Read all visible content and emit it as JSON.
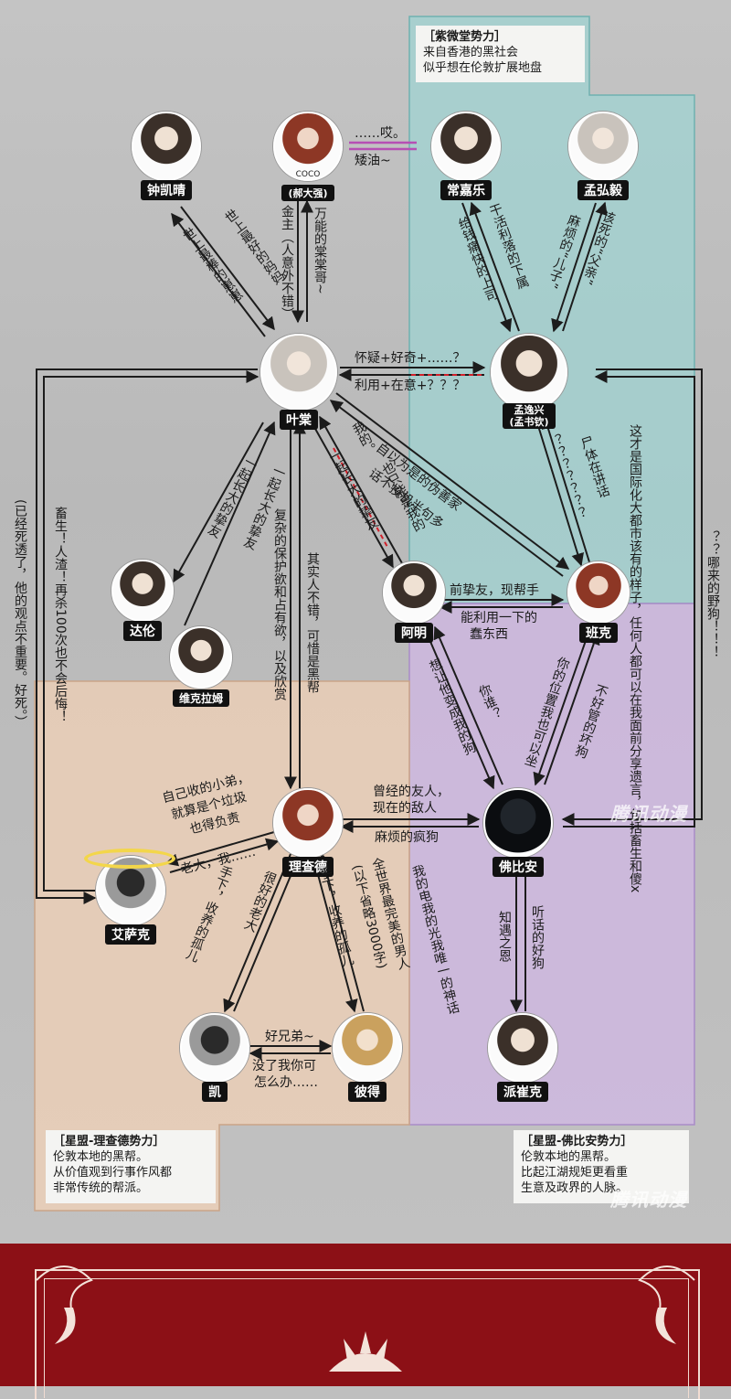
{
  "factions": {
    "ziwei": {
      "title": "［紫微堂势力］",
      "line1": "来自香港的黑社会",
      "line2": "似乎想在伦敦扩展地盘"
    },
    "richard": {
      "title": "［星盟-理查德势力］",
      "line1": "伦敦本地的黑帮。",
      "line2": "从价值观到行事作风都",
      "line3": "非常传统的帮派。"
    },
    "fobian": {
      "title": "［星盟-佛比安势力］",
      "line1": "伦敦本地的黑帮。",
      "line2": "比起江湖规矩更看重",
      "line3": "生意及政界的人脉。"
    }
  },
  "nodes": {
    "zhongkaiqing": "钟凯晴",
    "coco": "(郝大强)",
    "coco_tag": "COCO",
    "changjiale": "常嘉乐",
    "menghongyi": "孟弘毅",
    "yetang": "叶棠",
    "mengyixing": "孟逸兴",
    "mengyixing_sub": "(孟书钦)",
    "dalun": "达伦",
    "weikelamu": "维克拉姆",
    "aming": "阿明",
    "banke": "班克",
    "lichade": "理查德",
    "fobian": "佛比安",
    "aisake": "艾萨克",
    "kai": "凯",
    "bide": "彼得",
    "paicuike": "派崔克"
  },
  "edges": {
    "coco_chang_top": "……哎。",
    "coco_chang_bottom": "矮油~",
    "zhong_ye_1": "世上最好的妈妈",
    "zhong_ye_2": "世上最棒的崽崽",
    "coco_ye_1": "金主（人意外不错）",
    "coco_ye_2": "万能的棠棠哥~",
    "chang_meng_1": "给钱痛快的上司",
    "chang_meng_2": "干活利落的下属",
    "hong_meng_1": "麻烦的“儿子”",
    "hong_meng_2": "该死的“父亲”",
    "ye_meng_top": "怀疑+好奇+……？",
    "ye_meng_bottom": "利用+在意+？？？",
    "ye_banke_1": "自以为是的伪善家",
    "ye_banke_2": "话不投机半句多",
    "meng_banke_1": "？？？？？？？",
    "meng_banke_2": "尸体在讲话",
    "ye_dalun_1": "一起长大的挚友",
    "ye_dalun_2": "一起长大的挚友",
    "ye_aming_1": "我的。",
    "ye_aming_2": "也只能是我的",
    "ye_aming_3": "一起长大的挚友",
    "ye_richard_1": "复杂的保护欲和占有欲，以及欣赏",
    "ye_richard_2": "其实人不错，可惜是黑帮",
    "aming_banke_top": "前挚友，现帮手",
    "aming_banke_bottom_1": "能利用一下的",
    "aming_banke_bottom_2": "蠢东西",
    "aming_fobian_1": "想让他变成我的狗",
    "aming_fobian_2": "你谁？",
    "banke_fobian_1": "你的位置我也可以坐",
    "banke_fobian_2": "不好管的坏狗",
    "meng_right": "这才是国际化大都市该有的样子，任何人都可以在我面前分享遗言，包括畜生和傻x",
    "far_right": "？？哪来的野狗！！！",
    "left_1": "畜生！人渣！再杀100次也不会后悔！",
    "left_2": "(已经死透了，他的观点不重要。好死。）",
    "richard_fobian_top_1": "曾经的友人，",
    "richard_fobian_top_2": "现在的敌人",
    "richard_fobian_bottom": "麻烦的疯狗",
    "richard_isaac_1": "自己收的小弟，",
    "richard_isaac_2": "就算是个垃圾",
    "richard_isaac_3": "也得负责",
    "richard_isaac_4": "老大，我……",
    "richard_kai_1": "手下，收养的孤儿",
    "richard_kai_2": "很好的老大",
    "richard_peter_1": "手下，收养的孤儿",
    "richard_peter_2": "全世界最完美的男人",
    "richard_peter_3": "我的电我的光我唯一的神话",
    "richard_peter_4": "(以下省略3000字)",
    "kai_peter_top": "好兄弟~",
    "kai_peter_bottom_1": "没了我你可",
    "kai_peter_bottom_2": "怎么办……",
    "fobian_pai_1": "知遇之恩",
    "fobian_pai_2": "听话的好狗"
  },
  "watermark": "腾讯动漫",
  "colors": {
    "ziwei": "#9fd3d2",
    "richard": "#edcfb6",
    "fobian": "#cfb8e2",
    "footer": "#8c1016",
    "pink": "#b64fb4",
    "red": "#d2202a"
  }
}
